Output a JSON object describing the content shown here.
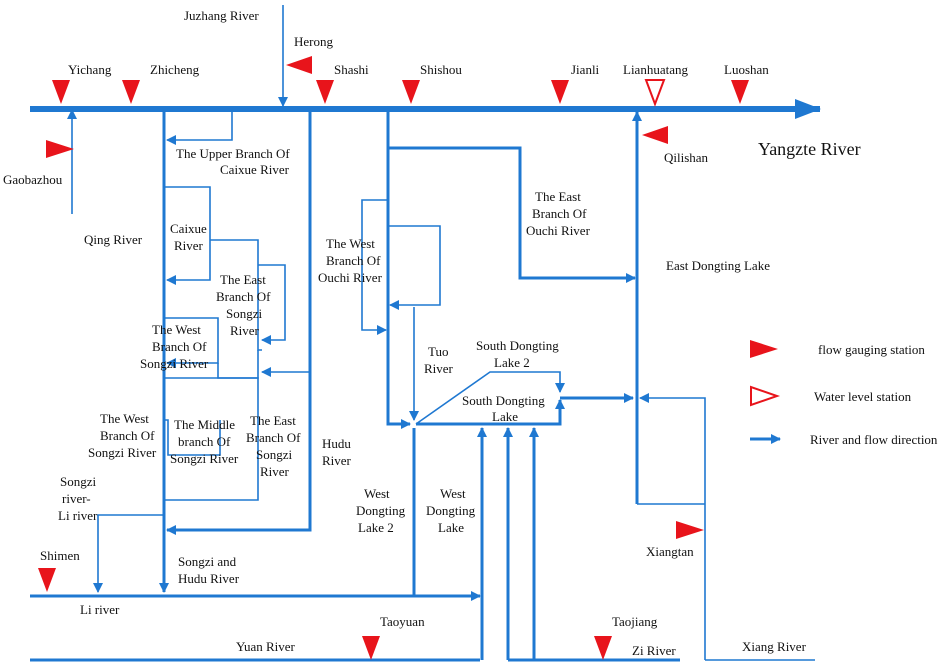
{
  "colors": {
    "river": "#1f78d1",
    "gauging": "#e8141b",
    "text": "#111111"
  },
  "labels": {
    "juzhang": "Juzhang River",
    "herong": "Herong",
    "yichang": "Yichang",
    "zhicheng": "Zhicheng",
    "shashi": "Shashi",
    "shishou": "Shishou",
    "jianli": "Jianli",
    "lianhuatang": "Lianhuatang",
    "luoshan": "Luoshan",
    "gaobazhou": "Gaobazhou",
    "qilishan": "Qilishan",
    "yangtze": "Yangzte River",
    "upper_caixue_1": "The Upper Branch Of",
    "upper_caixue_2": "Caixue River",
    "caixue_1": "Caixue",
    "caixue_2": "River",
    "qing": "Qing River",
    "east_ouchi_1": "The East",
    "east_ouchi_2": "Branch Of",
    "east_ouchi_3": "Ouchi River",
    "west_ouchi_1": "The West",
    "west_ouchi_2": "Branch Of",
    "west_ouchi_3": "Ouchi River",
    "east_dongting": "East Dongting Lake",
    "east_songzi_a_1": "The East",
    "east_songzi_a_2": "Branch Of",
    "east_songzi_a_3": "Songzi",
    "east_songzi_a_4": "River",
    "west_songzi_a_1": "The West",
    "west_songzi_a_2": "Branch Of",
    "west_songzi_a_3": "Songzi River",
    "tuo_1": "Tuo",
    "tuo_2": "River",
    "south_dongting2_1": "South Dongting",
    "south_dongting2_2": "Lake 2",
    "south_dongting_1": "South Dongting",
    "south_dongting_2": "Lake",
    "west_songzi_b_1": "The West",
    "west_songzi_b_2": "Branch Of",
    "west_songzi_b_3": "Songzi River",
    "middle_songzi_1": "The Middle",
    "middle_songzi_2": "branch Of",
    "middle_songzi_3": "Songzi River",
    "east_songzi_b_1": "The East",
    "east_songzi_b_2": "Branch Of",
    "east_songzi_b_3": "Songzi",
    "east_songzi_b_4": "River",
    "hudu_1": "Hudu",
    "hudu_2": "River",
    "west_dongting2_1": "West",
    "west_dongting2_2": "Dongting",
    "west_dongting2_3": "Lake 2",
    "west_dongting_1": "West",
    "west_dongting_2": "Dongting",
    "west_dongting_3": "Lake",
    "songzi_li_1": "Songzi",
    "songzi_li_2": "river-",
    "songzi_li_3": "Li river",
    "shimen": "Shimen",
    "songzi_hudu_1": "Songzi and",
    "songzi_hudu_2": "Hudu River",
    "li": "Li river",
    "xiangtan": "Xiangtan",
    "taoyuan": "Taoyuan",
    "taojiang": "Taojiang",
    "yuan": "Yuan River",
    "zi": "Zi River",
    "xiang": "Xiang River"
  },
  "legend": {
    "gauging": "flow gauging station",
    "water_level": "Water level station",
    "flow": "River and flow direction"
  }
}
